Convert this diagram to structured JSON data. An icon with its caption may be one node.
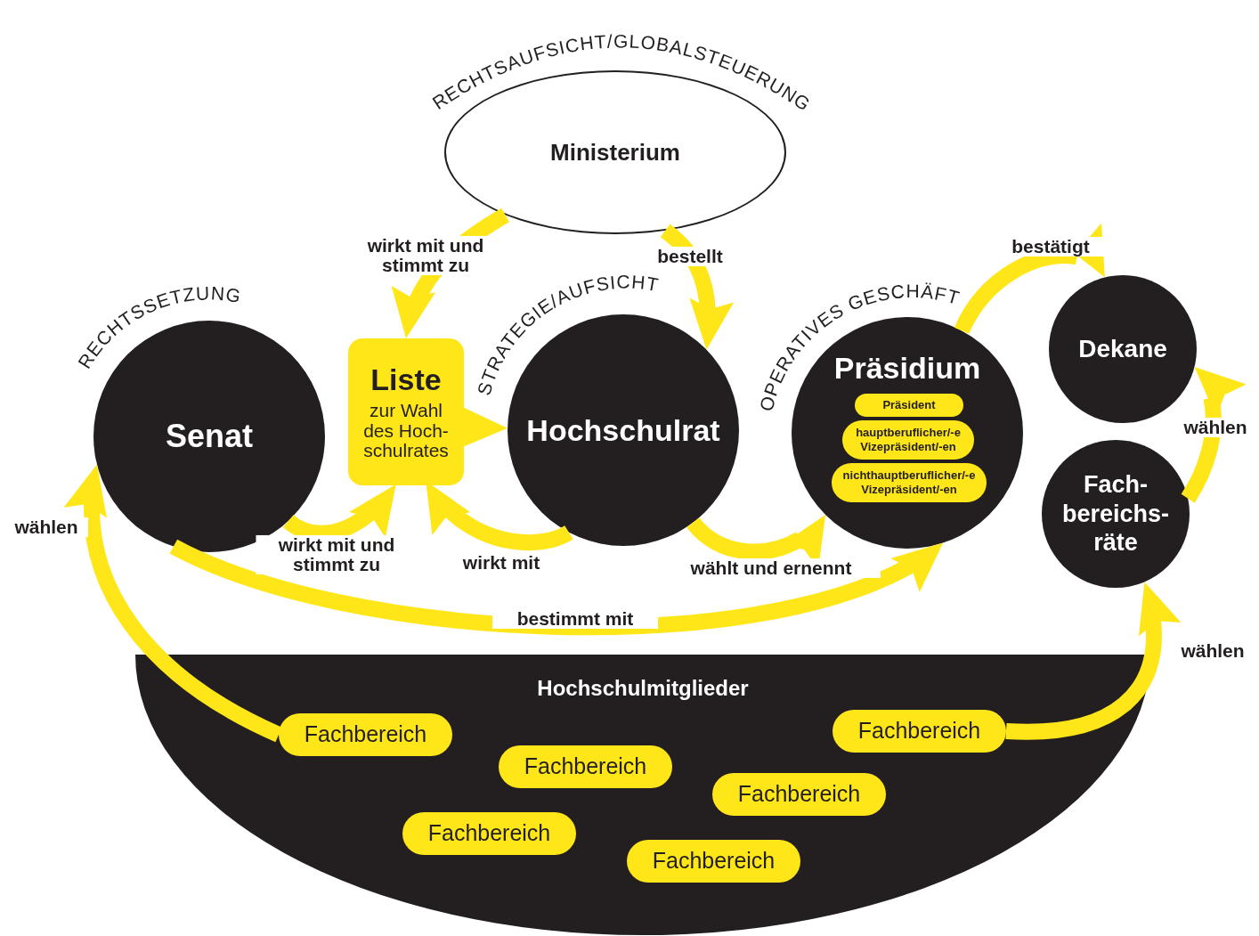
{
  "diagram": {
    "nodes": [
      {
        "text": [
          "RECHTSAUFSICHT/GLOBALSTEUERUNG",
          "Ministerium"
        ]
      },
      {
        "text": [
          "RECHTSSETZUNG",
          "Senat"
        ]
      },
      {
        "text": [
          "Liste",
          "zur Wahl des Hoch- schulrates"
        ]
      },
      {
        "text": [
          "STRATEGIE/AUFSICHT",
          "Hochschulrat"
        ]
      },
      {
        "text": [
          "OPERATIVES GESCHÄFT",
          "Präsidium"
        ]
      },
      {
        "text": [
          "Präsident"
        ],
        "in": 4
      },
      {
        "text": [
          "hauptberuflicher/-e Vizepräsident/-en"
        ],
        "in": 4
      },
      {
        "text": [
          "nichthauptberuflicher/-e Vizepräsident/-en"
        ],
        "in": 4
      },
      {
        "text": [
          "Dekane"
        ]
      },
      {
        "text": [
          "Fach- bereichs- räte"
        ]
      },
      {
        "text": [
          "Hochschulmitglieder"
        ]
      },
      {
        "text": [
          "Fachbereich"
        ],
        "in": 10
      },
      {
        "text": [
          "Fachbereich"
        ],
        "in": 10
      },
      {
        "text": [
          "Fachbereich"
        ],
        "in": 10
      },
      {
        "text": [
          "Fachbereich"
        ],
        "in": 10
      },
      {
        "text": [
          "Fachbereich"
        ],
        "in": 10
      },
      {
        "text": [
          "Fachbereich"
        ],
        "in": 10
      }
    ],
    "edges": [
      {
        "from": 0,
        "to": 2,
        "arrow": "to",
        "label": "wirkt mit und stimmt zu"
      },
      {
        "from": 0,
        "to": 3,
        "arrow": "to",
        "label": "bestellt"
      },
      {
        "from": 2,
        "to": 3,
        "arrow": "to"
      },
      {
        "from": 1,
        "to": 2,
        "arrow": "to",
        "label": "wirkt mit und stimmt zu"
      },
      {
        "from": 3,
        "to": 2,
        "arrow": "to",
        "label": "wirkt mit"
      },
      {
        "from": 3,
        "to": 4,
        "arrow": "to",
        "label": "wählt und ernennt"
      },
      {
        "from": 1,
        "to": 4,
        "arrow": "to",
        "label": "bestimmt mit"
      },
      {
        "from": 4,
        "to": 8,
        "arrow": "to",
        "label": "bestätigt"
      },
      {
        "from": 9,
        "to": 8,
        "arrow": "to",
        "label": "wählen"
      },
      {
        "from": 11,
        "to": 1,
        "arrow": "to",
        "label": "wählen"
      },
      {
        "from": 12,
        "to": 9,
        "arrow": "to",
        "label": "wählen"
      }
    ]
  }
}
